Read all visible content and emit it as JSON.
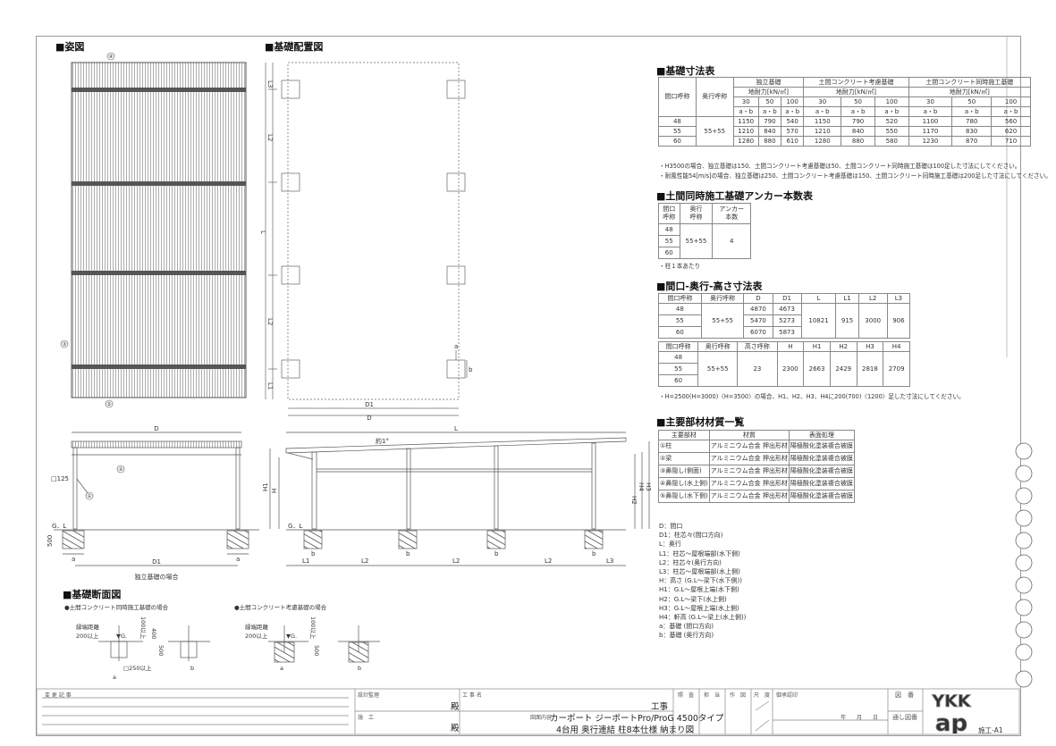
{
  "titles": {
    "elevation": "■姿図",
    "layout": "■基礎配置図",
    "section": "■基礎断面図",
    "foundation_table": "■基礎寸法表",
    "anchor_table": "■土間同時施工基礎アンカー本数表",
    "size_table": "■間口-奥行-高さ寸法表",
    "materials_table": "■主要部材材質一覧"
  },
  "drawing_labels": {
    "part4": "④",
    "part3": "③",
    "part5": "⑤",
    "part2": "②",
    "part1": "①",
    "L": "L",
    "L1": "L1",
    "L2": "L2",
    "L3": "L3",
    "D": "D",
    "D1": "D1",
    "a": "a",
    "b": "b",
    "H": "H",
    "H1": "H1",
    "H2": "H2",
    "H3": "H3",
    "H4": "H4",
    "GL": "G．L",
    "post_size": "□125",
    "depth500": "500",
    "slope": "約1°",
    "independent_caption": "独立基礎の場合",
    "section_sim": "●土間コンクリート同時施工基礎の場合",
    "section_consider": "●土間コンクリート考慮基礎の場合",
    "edge_distance": "縁端距離",
    "edge_200": "200以上",
    "gl_mark": "▼G.",
    "over100": "100以上",
    "d400": "400",
    "d500": "500",
    "sq250": "□250以上"
  },
  "foundation_table": {
    "col_span": "間口呼称",
    "col_depth": "奥行呼称",
    "groups": [
      "独立基礎",
      "土間コンクリート考慮基礎",
      "土間コンクリート同時施工基礎"
    ],
    "bearing": "地耐力[kN/㎡]",
    "bearing_values": [
      "30",
      "50",
      "100"
    ],
    "ab": "a・b",
    "depth_value": "55+55",
    "rows": [
      {
        "span": "48",
        "values": [
          "1150",
          "790",
          "540",
          "1150",
          "790",
          "520",
          "1100",
          "780",
          "560"
        ]
      },
      {
        "span": "55",
        "values": [
          "1210",
          "840",
          "570",
          "1210",
          "840",
          "550",
          "1170",
          "830",
          "620"
        ]
      },
      {
        "span": "60",
        "values": [
          "1280",
          "880",
          "610",
          "1280",
          "880",
          "580",
          "1230",
          "870",
          "710"
        ]
      }
    ],
    "notes": [
      "・H3500の場合、独立基礎は150、土間コンクリート考慮基礎は50、土間コンクリート同時施工基礎は100足した寸法にしてください。",
      "・耐風性能54[m/s]の場合、独立基礎は250、土間コンクリート考慮基礎は150、土間コンクリート同時施工基礎は200足した寸法にしてください。"
    ]
  },
  "anchor_table": {
    "headers": [
      "間口\n呼称",
      "奥行\n呼称",
      "アンカー\n本数"
    ],
    "spans": [
      "48",
      "55",
      "60"
    ],
    "depth_value": "55+55",
    "count": "4",
    "note": "・柱１本あたり"
  },
  "size_table": {
    "headers1": [
      "間口呼称",
      "奥行呼称",
      "D",
      "D1",
      "L",
      "L1",
      "L2",
      "L3"
    ],
    "spans": [
      "48",
      "55",
      "60"
    ],
    "depth_value": "55+55",
    "D": [
      "4870",
      "5470",
      "6070"
    ],
    "D1": [
      "4673",
      "5273",
      "5873"
    ],
    "L": "10821",
    "L1": "915",
    "L2": "3000",
    "L3": "906",
    "headers2": [
      "間口呼称",
      "奥行呼称",
      "高さ呼称",
      "H",
      "H1",
      "H2",
      "H3",
      "H4"
    ],
    "height_name": "23",
    "H": "2300",
    "H1": "2663",
    "H2": "2429",
    "H3": "2818",
    "H4": "2709",
    "note": "・H=2500(H=3000)〈H=3500〉の場合、H1、H2、H3、H4に200(700)〈1200〉足した寸法にしてください。"
  },
  "materials_table": {
    "headers": [
      "主要部材",
      "材質",
      "表面処理"
    ],
    "rows": [
      [
        "①柱",
        "アルミニウム合金 押出形材",
        "陽極酸化塗装複合被膜"
      ],
      [
        "②梁",
        "アルミニウム合金 押出形材",
        "陽極酸化塗装複合被膜"
      ],
      [
        "③鼻隠し(側面)",
        "アルミニウム合金 押出形材",
        "陽極酸化塗装複合被膜"
      ],
      [
        "④鼻隠し(水上側)",
        "アルミニウム合金 押出形材",
        "陽極酸化塗装複合被膜"
      ],
      [
        "⑤鼻隠し(水下側)",
        "アルミニウム合金 押出形材",
        "陽極酸化塗装複合被膜"
      ]
    ]
  },
  "legend": [
    "D：間口",
    "D1：柱芯々(間口方向)",
    "L：奥行",
    "L1：柱芯～屋根端部(水下側)",
    "L2：柱芯々(奥行方向)",
    "L3：柱芯～屋根端部(水上側)",
    "H：高さ (G.L～梁下(水下側))",
    "H1：G.L～屋根上端(水下側)",
    "H2：G.L～梁下(水上側)",
    "H3：G.L～屋根上端(水上側)",
    "H4：軒高 (G.L～梁上(水上側))",
    "a：基礎 (間口方向)",
    "b：基礎 (奥行方向)"
  ],
  "title_block": {
    "revision": "変 更 記 事",
    "design_supervision": "設計監理",
    "construction": "施　工",
    "honorific": "殿",
    "project_name_label": "工 事 名",
    "project_suffix": "工事",
    "drawing_content_label": "図面内容",
    "drawing_title_1": "カーポート ジーポートPro/ProG 4500タイプ",
    "drawing_title_2": "4台用 奥行連結 柱8本仕様 納まり図",
    "stamps": [
      "照　査",
      "担　当",
      "作　図",
      "尺　度"
    ],
    "approval": "御承認印",
    "date": "年　　月　　日",
    "drawing_number": "図　番",
    "serial_number": "通し図番",
    "brand_logo": "YKK ap",
    "sheet_id": "施工-A1"
  }
}
